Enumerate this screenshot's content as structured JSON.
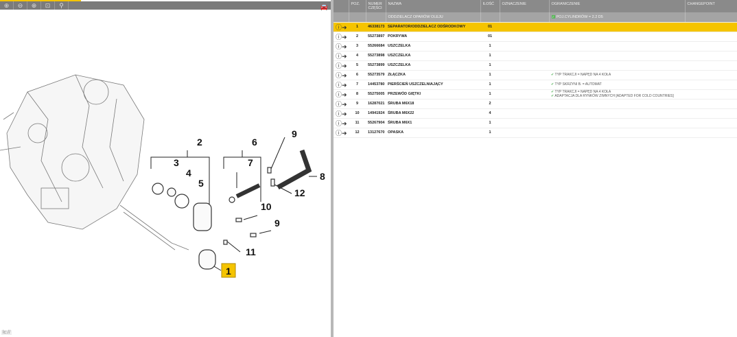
{
  "toolbar": {
    "buttons": [
      "zoom-in-icon",
      "zoom-out-icon",
      "zoom-fit-icon",
      "zoom-area-icon",
      "zoom-reset-icon"
    ],
    "vehicle_icon": "car-icon"
  },
  "status_text": "lc://",
  "diagram": {
    "callouts": [
      "1",
      "2",
      "3",
      "4",
      "5",
      "6",
      "7",
      "8",
      "9",
      "9",
      "10",
      "11",
      "12"
    ],
    "highlighted": "1",
    "highlight_color": "#f5c400"
  },
  "table": {
    "headers": [
      "",
      "POZ.",
      "NUMER CZĘŚCI",
      "NAZWA",
      "ILOŚĆ",
      "OZNACZENIE",
      "OGRANICZENIE",
      "CHANGEPOINT"
    ],
    "group": {
      "name": "ODDZIELACZ OPARÓW OLEJU",
      "restriction": "POJ.CYLINDRÓW = 2.2 D5"
    },
    "rows": [
      {
        "pos": "1",
        "part": "46338173",
        "name": "SEPARATOR/ODDZIELACZ ODŚRODKOWY",
        "qty": "01",
        "restrictions": []
      },
      {
        "pos": "2",
        "part": "55273897",
        "name": "POKRYWA",
        "qty": "01",
        "restrictions": []
      },
      {
        "pos": "3",
        "part": "55266684",
        "name": "USZCZELKA",
        "qty": "1",
        "restrictions": []
      },
      {
        "pos": "4",
        "part": "55273898",
        "name": "USZCZELKA",
        "qty": "1",
        "restrictions": []
      },
      {
        "pos": "5",
        "part": "55273899",
        "name": "USZCZELKA",
        "qty": "1",
        "restrictions": []
      },
      {
        "pos": "6",
        "part": "55273579",
        "name": "ZŁĄCZKA",
        "qty": "1",
        "restrictions": [
          "TYP TRAKCJI = NAPĘD NA 4 KOŁA"
        ]
      },
      {
        "pos": "7",
        "part": "14453780",
        "name": "PIERŚCIEŃ USZCZELNIAJĄCY",
        "qty": "1",
        "restrictions": [
          "TYP SKRZYNI B. = AUTOMAT"
        ]
      },
      {
        "pos": "8",
        "part": "55275005",
        "name": "PRZEWÓD GIĘTKI",
        "qty": "1",
        "restrictions": [
          "TYP TRAKCJI = NAPĘD NA 4 KOŁA",
          "ADAPTACJA DLA RYNKÓW ZIMNYCH [ADAPTED FOR COLD COUNTRIES]"
        ]
      },
      {
        "pos": "9",
        "part": "16287021",
        "name": "ŚRUBA M6X18",
        "qty": "2",
        "restrictions": []
      },
      {
        "pos": "10",
        "part": "14941924",
        "name": "ŚRUBA M6X22",
        "qty": "4",
        "restrictions": []
      },
      {
        "pos": "11",
        "part": "55267904",
        "name": "ŚRUBA M6X1",
        "qty": "1",
        "restrictions": []
      },
      {
        "pos": "12",
        "part": "13127670",
        "name": "OPASKA",
        "qty": "1",
        "restrictions": []
      }
    ]
  }
}
